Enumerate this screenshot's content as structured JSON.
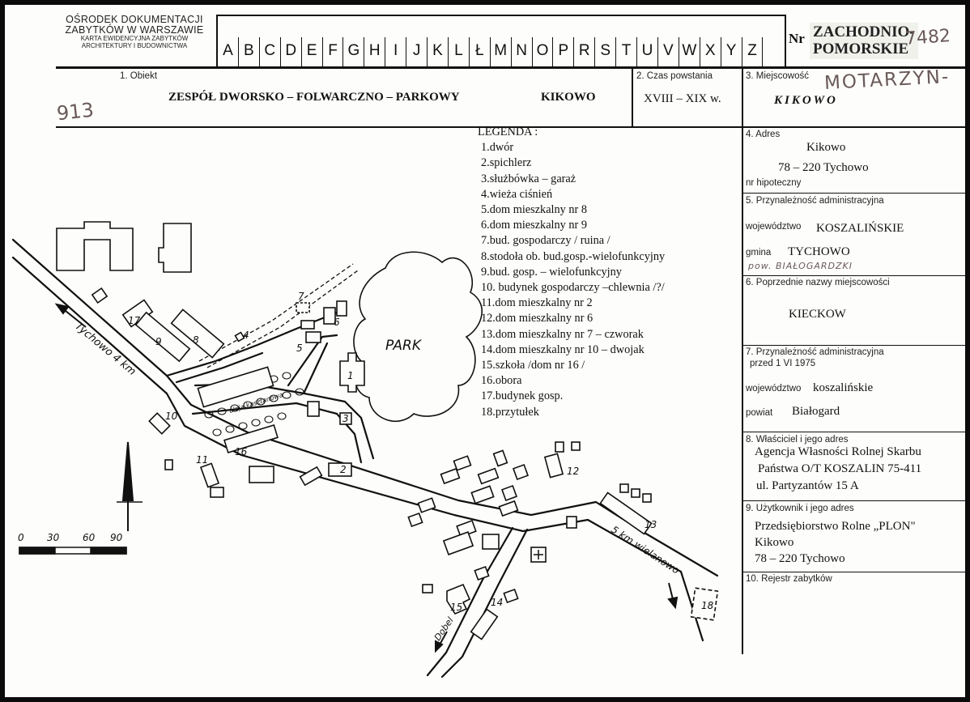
{
  "header": {
    "org_line1": "OŚRODEK DOKUMENTACJI",
    "org_line2": "ZABYTKÓW W WARSZAWIE",
    "org_line3": "KARTA EWIDENCYJNA ZABYTKÓW",
    "org_line4": "ARCHITEKTURY I BUDOWNICTWA",
    "letters": [
      "A",
      "B",
      "C",
      "D",
      "E",
      "F",
      "G",
      "H",
      "I",
      "J",
      "K",
      "L",
      "Ł",
      "M",
      "N",
      "O",
      "P",
      "R",
      "S",
      "T",
      "U",
      "V",
      "W",
      "X",
      "Y",
      "Z"
    ],
    "nr_label": "Nr",
    "region_stamp_line1": "ZACHODNIO-",
    "region_stamp_line2": "POMORSKIE",
    "handwritten_number": "7482"
  },
  "fields": {
    "obiekt_label": "1. Obiekt",
    "obiekt_value": "ZESPÓŁ DWORSKO – FOLWARCZNO – PARKOWY",
    "obiekt_place": "KIKOWO",
    "czas_label": "2. Czas powstania",
    "czas_value": "XVIII – XIX w.",
    "miejscowosc_label": "3. Miejscowość",
    "miejscowosc_value": "KIKOWO",
    "miejscowosc_handwritten": "MOTARZYN-",
    "left_handwritten": "913",
    "adres_label": "4. Adres",
    "adres_line1": "Kikowo",
    "adres_line2": "78 – 220 Tychowo",
    "hipoteczny_label": "nr hipoteczny",
    "przynaleznosc_label": "5. Przynależność administracyjna",
    "wojewodztwo_label": "województwo",
    "wojewodztwo_value": "KOSZALIŃSKIE",
    "gmina_label": "gmina",
    "gmina_value": "TYCHOWO",
    "powiat_handwritten": "pow. BIAŁOGARDZKI",
    "poprzednie_label": "6. Poprzednie nazwy miejscowości",
    "poprzednie_value": "KIECKOW",
    "przynaleznosc_1975_label": "7. Przynależność administracyjna",
    "przynaleznosc_1975_sub": "przed 1 VI 1975",
    "wojewodztwo_1975_label": "województwo",
    "wojewodztwo_1975_value": "koszalińskie",
    "powiat_label": "powiat",
    "powiat_value": "Białogard",
    "wlasciciel_label": "8. Właściciel i jego adres",
    "wlasciciel_line1": "Agencja Własności Rolnej Skarbu",
    "wlasciciel_line2": "Państwa O/T KOSZALIN 75-411",
    "wlasciciel_line3": "ul. Partyzantów 15 A",
    "uzytkownik_label": "9. Użytkownik i jego adres",
    "uzytkownik_line1": "Przedsiębiorstwo Rolne „PLON\"",
    "uzytkownik_line2": "Kikowo",
    "uzytkownik_line3": "78 – 220 Tychowo",
    "rejestr_label": "10. Rejestr zabytków"
  },
  "legend": {
    "title": "LEGENDA :",
    "items": [
      "1.dwór",
      "2.spichlerz",
      "3.służbówka – garaż",
      "4.wieża ciśnień",
      "5.dom mieszkalny nr 8",
      "6.dom mieszkalny nr 9",
      "7.bud. gospodarczy / ruina /",
      "8.stodoła ob. bud.gosp.-wielofunkcyjny",
      "9.bud. gosp. – wielofunkcyjny",
      "10. budynek gospodarczy –chlewnia /?/",
      "11.dom mieszkalny nr 2",
      "12.dom mieszkalny nr 6",
      "13.dom mieszkalny nr 7 – czworak",
      "14.dom mieszkalny nr 10 – dwojak",
      "15.szkoła  /dom nr 16 /",
      "16.obora",
      "17.budynek gosp.",
      "18.przytułek"
    ]
  },
  "map": {
    "park_label": "PARK",
    "road_tychowo": "Tychowo 4 km",
    "road_wielanowo": "5 km wielanowo",
    "road_dobel": "Dobel",
    "alley_label": "aleja kasztanowa",
    "scale_labels": [
      "0",
      "30",
      "60",
      "90"
    ],
    "building_numbers": [
      "1",
      "2",
      "3",
      "4",
      "5",
      "6",
      "7",
      "8",
      "9",
      "10",
      "11",
      "12",
      "13",
      "14",
      "15",
      "16",
      "17",
      "18"
    ]
  }
}
